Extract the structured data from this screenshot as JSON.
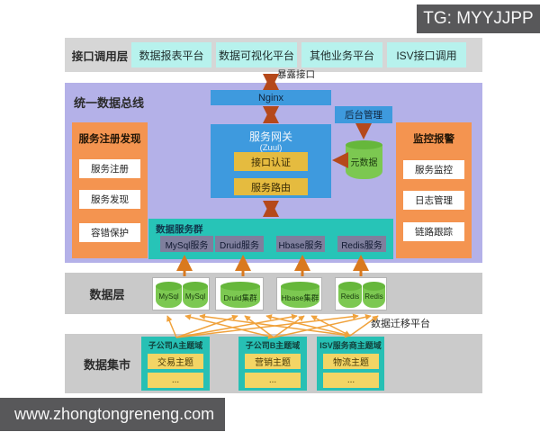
{
  "watermarks": {
    "top_right": "TG: MYYJJPP",
    "bottom_left": "www.zhongtongreneng.com"
  },
  "colors": {
    "api_layer_bg": "#d6d6d6",
    "platform_box": "#b7f2ed",
    "bus_layer_bg": "#b4b1e8",
    "blue_box": "#3e9ade",
    "yellow_box": "#e5bb3f",
    "orange_panel": "#f49450",
    "teal_group": "#27c4b7",
    "service_box": "#7f7f9d",
    "green_db": "#7cc851",
    "gray_layer": "#c9c9c9",
    "topic_yellow": "#f3d565",
    "arrow_dark": "#b5491b",
    "arrow_mid": "#d9791e",
    "arrow_light": "#f0a23c",
    "watermark_bg": "#58585a"
  },
  "api_layer": {
    "label": "接口调用层",
    "platforms": [
      "数据报表平台",
      "数据可视化平台",
      "其他业务平台",
      "ISV接口调用"
    ]
  },
  "bus_layer": {
    "label": "统一数据总线",
    "expose_arrow_label": "暴露接口",
    "nginx_label": "Nginx",
    "admin_label": "后台管理",
    "gateway": {
      "title": "服务网关",
      "subtitle": "(Zuul)",
      "auth": "接口认证",
      "route": "服务路由"
    },
    "metadata_label": "元数据",
    "registry": {
      "title": "服务注册发现",
      "items": [
        "服务注册",
        "服务发现",
        "容错保护"
      ]
    },
    "monitor": {
      "title": "监控报警",
      "items": [
        "服务监控",
        "日志管理",
        "链路跟踪"
      ]
    },
    "service_group": {
      "title": "数据服务群",
      "services": [
        "MySql服务",
        "Druid服务",
        "Hbase服务",
        "Redis服务"
      ]
    }
  },
  "data_layer": {
    "label": "数据层",
    "clusters": [
      {
        "cylinders": [
          "MySql",
          "MySql"
        ]
      },
      {
        "cylinders": [
          "Druid集群"
        ]
      },
      {
        "cylinders": [
          "Hbase集群"
        ]
      },
      {
        "cylinders": [
          "Redis",
          "Redis"
        ]
      }
    ],
    "migration_label": "数据迁移平台"
  },
  "mart_layer": {
    "label": "数据集市",
    "domains": [
      {
        "title": "子公司A主题域",
        "topics": [
          "交易主题",
          "..."
        ]
      },
      {
        "title": "子公司B主题域",
        "topics": [
          "营销主题",
          "..."
        ]
      },
      {
        "title": "ISV服务商主题域",
        "topics": [
          "物流主题",
          "..."
        ]
      }
    ]
  }
}
